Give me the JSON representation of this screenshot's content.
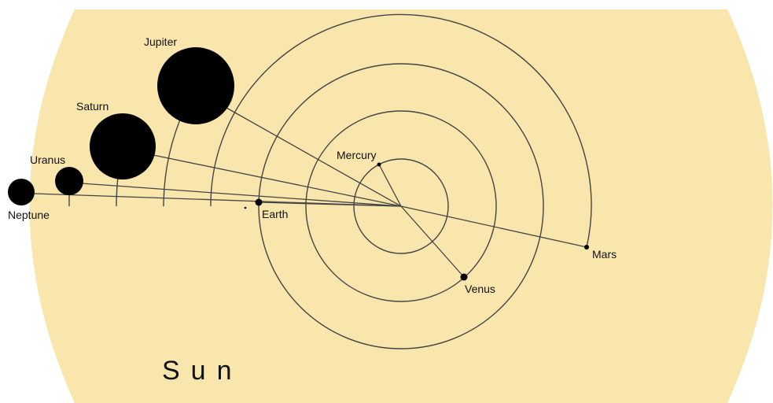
{
  "diagram": {
    "sun_label": "Sun",
    "colors": {
      "sun_fill": "#f9e6ad",
      "line": "#444444",
      "planet": "#000000",
      "background": "#ffffff"
    },
    "labels": {
      "mercury": "Mercury",
      "venus": "Venus",
      "earth": "Earth",
      "mars": "Mars",
      "jupiter": "Jupiter",
      "saturn": "Saturn",
      "uranus": "Uranus",
      "neptune": "Neptune"
    }
  }
}
